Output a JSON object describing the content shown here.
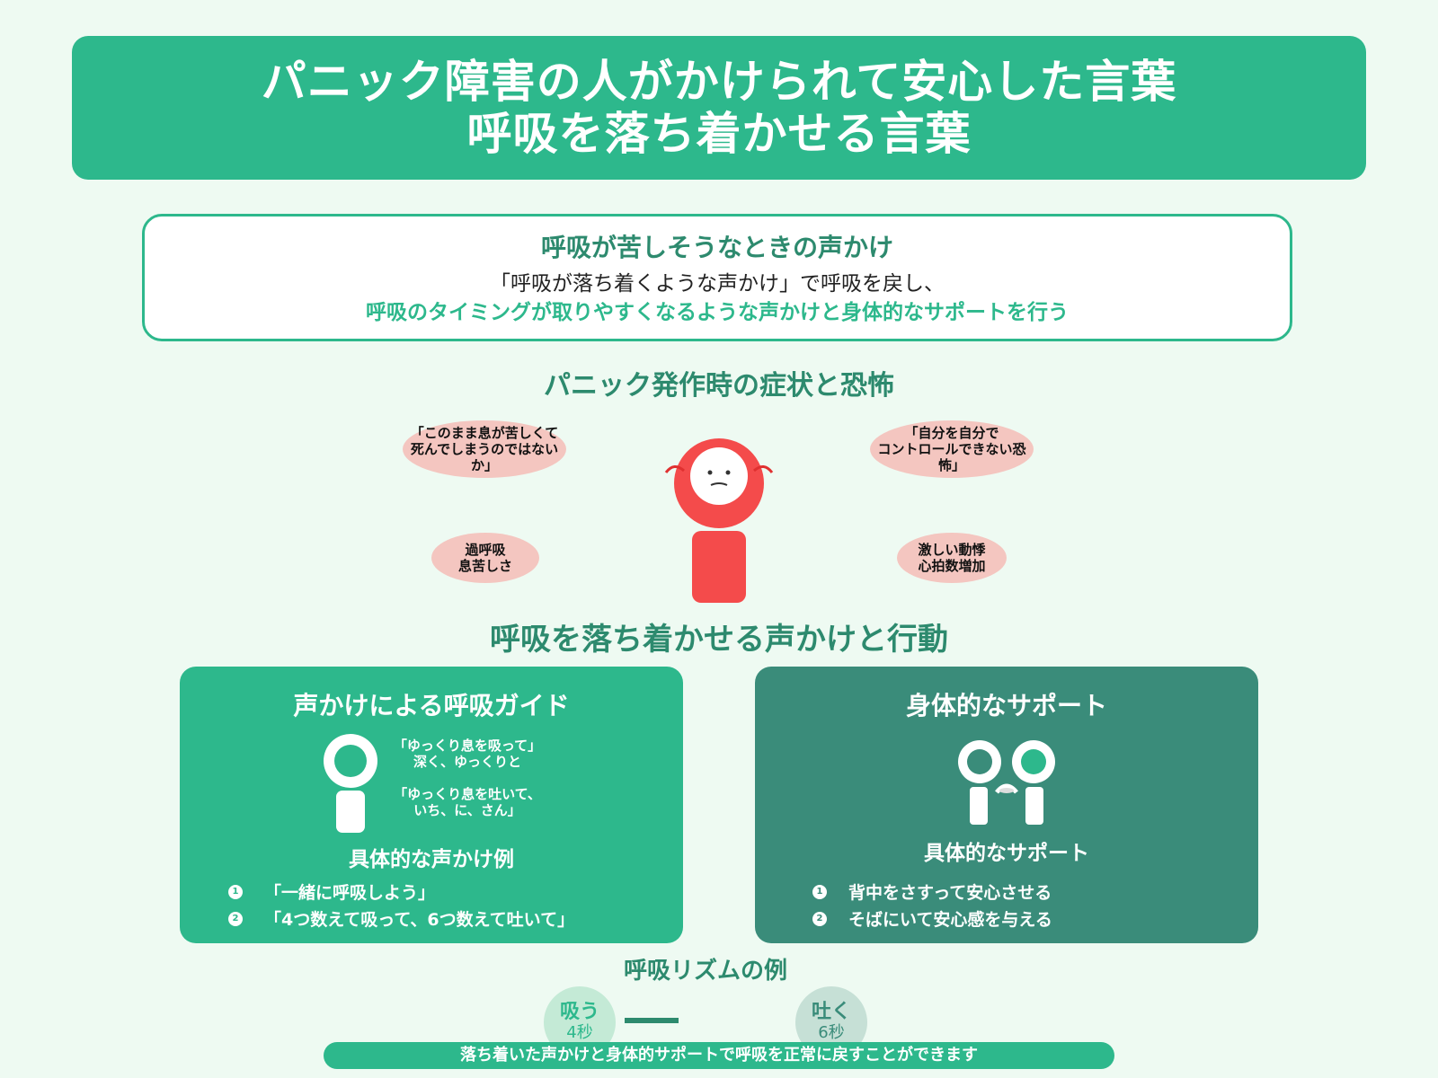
{
  "header": {
    "title_line1": "パニック障害の人がかけられて安心した言葉",
    "title_line2": "呼吸を落ち着かせる言葉"
  },
  "intro": {
    "title": "呼吸が苦しそうなときの声かけ",
    "line1": "「呼吸が落ち着くような声かけ」で呼吸を戻し、",
    "line2": "呼吸のタイミングが取りやすくなるような声かけと身体的なサポートを行う"
  },
  "symptoms": {
    "section_title": "パニック発作時の症状と恐怖",
    "bubbles": {
      "top_left": [
        "「このまま息が苦しくて",
        "死んでしまうのではないか」"
      ],
      "top_right": [
        "「自分を自分で",
        "コントロールできない恐怖」"
      ],
      "bottom_left": [
        "過呼吸",
        "息苦しさ"
      ],
      "bottom_right": [
        "激しい動悸",
        "心拍数増加"
      ]
    }
  },
  "actions": {
    "section_title": "呼吸を落ち着かせる声かけと行動",
    "voice_card": {
      "title": "声かけによる呼吸ガイド",
      "guide1": [
        "「ゆっくり息を吸って」",
        "深く、ゆっくりと"
      ],
      "guide2": [
        "「ゆっくり息を吐いて、",
        "いち、に、さん」"
      ],
      "subtitle": "具体的な声かけ例",
      "items": [
        {
          "num": "1",
          "text": "「一緒に呼吸しよう」"
        },
        {
          "num": "2",
          "text": "「4つ数えて吸って、6つ数えて吐いて」"
        }
      ]
    },
    "support_card": {
      "title": "身体的なサポート",
      "subtitle": "具体的なサポート",
      "items": [
        {
          "num": "1",
          "text": "背中をさすって安心させる"
        },
        {
          "num": "2",
          "text": "そばにいて安心感を与える"
        }
      ]
    }
  },
  "rhythm": {
    "title": "呼吸リズムの例",
    "inhale": {
      "label": "吸う",
      "seconds": "4秒"
    },
    "exhale": {
      "label": "吐く",
      "seconds": "6秒"
    }
  },
  "footer": "落ち着いた声かけと身体的サポートで呼吸を正常に戻すことができます",
  "colors": {
    "primary": "#2db88c",
    "dark": "#3a8c7a",
    "red": "#f44b4b",
    "bubble": "#f4c6c0",
    "background": "#eefaf2"
  }
}
